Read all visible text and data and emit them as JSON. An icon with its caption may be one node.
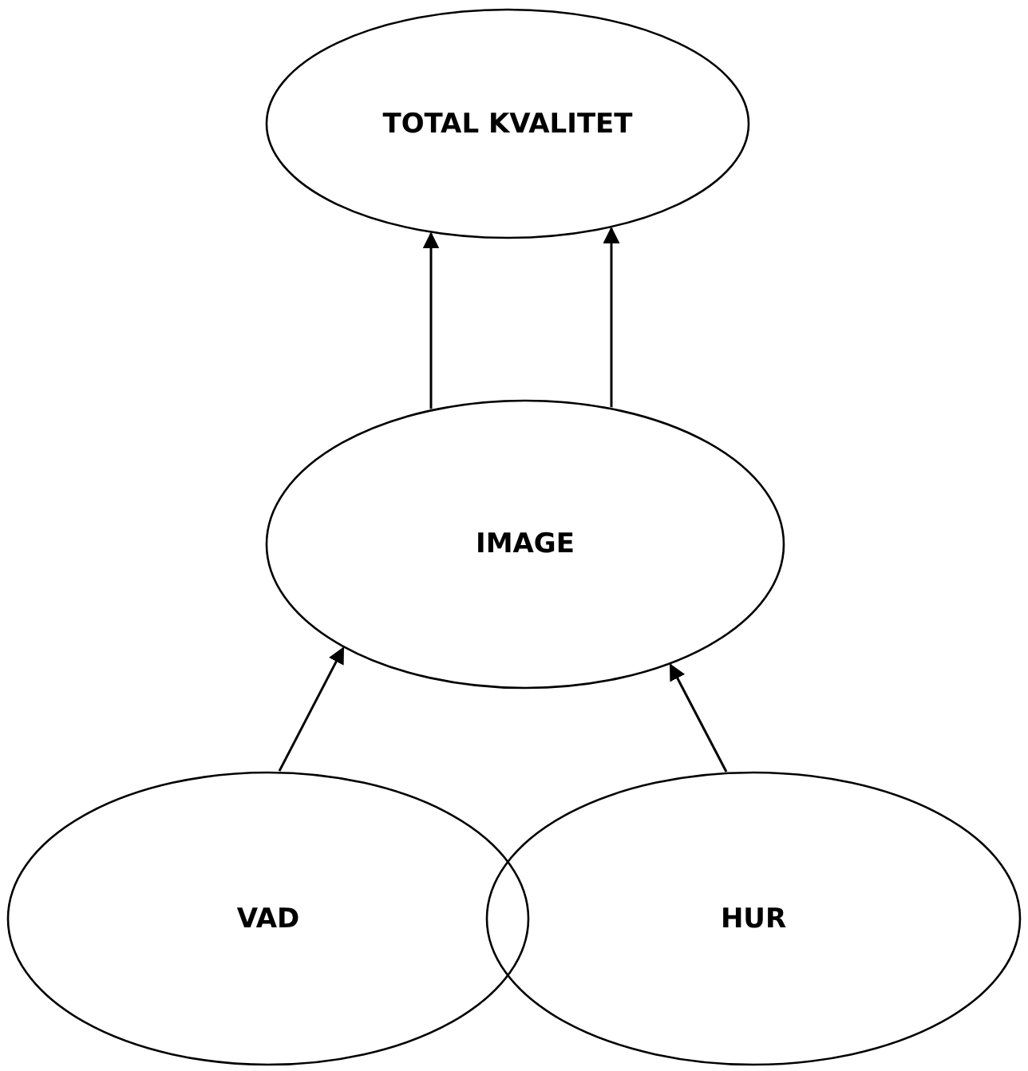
{
  "diagram": {
    "nodes": [
      {
        "text": [
          "TOTAL KVALITET"
        ]
      },
      {
        "text": [
          "IMAGE"
        ]
      },
      {
        "text": [
          "VAD"
        ]
      },
      {
        "text": [
          "HUR"
        ]
      }
    ],
    "edges": [
      {
        "from": 1,
        "to": 0,
        "arrow": "to"
      },
      {
        "from": 1,
        "to": 0,
        "arrow": "to"
      },
      {
        "from": 2,
        "to": 1,
        "arrow": "to"
      },
      {
        "from": 3,
        "to": 1,
        "arrow": "to"
      }
    ]
  }
}
